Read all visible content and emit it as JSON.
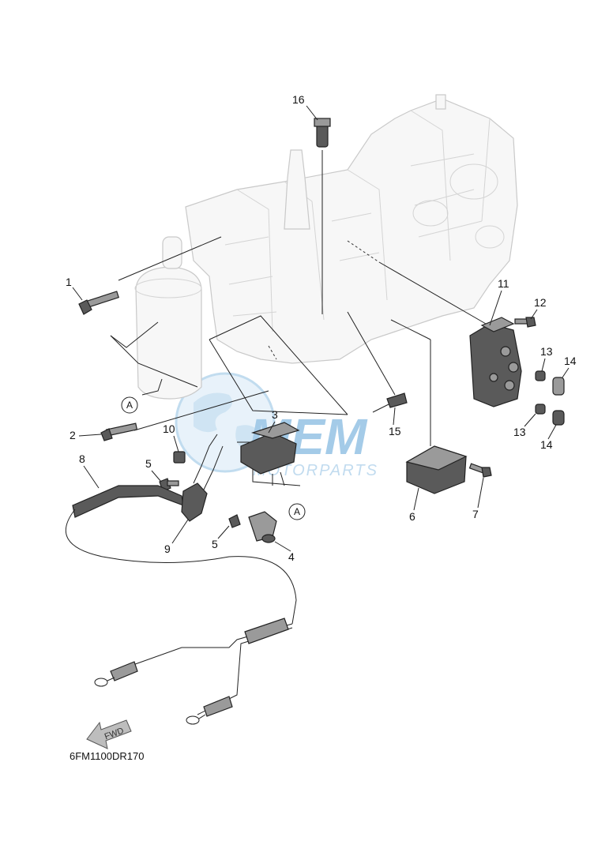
{
  "diagram_code": "6FM1100DR170",
  "fwd_label": "FWD",
  "watermark": {
    "main": "MEM",
    "sub": "MOTORPARTS"
  },
  "ref_letter": "A",
  "callouts": [
    "1",
    "2",
    "3",
    "4",
    "5",
    "5",
    "6",
    "7",
    "8",
    "9",
    "10",
    "11",
    "12",
    "13",
    "13",
    "14",
    "14",
    "15",
    "16"
  ],
  "colors": {
    "part": "#5a5a5a",
    "ghost": "#f7f7f7",
    "watermark": "#2f86c7"
  }
}
